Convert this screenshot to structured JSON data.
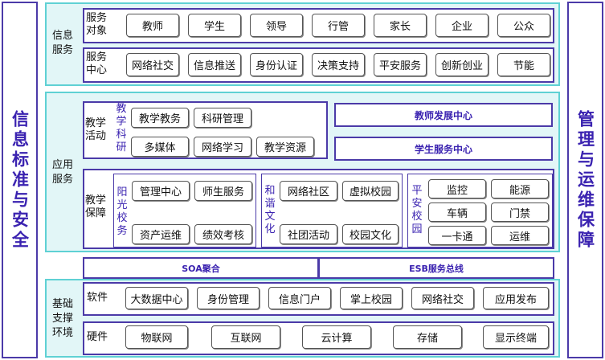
{
  "left_pillar": "信息标准与安全",
  "right_pillar": "管理与运维保障",
  "info_service": {
    "label": "信息服务",
    "rows": [
      {
        "label": "服务对象",
        "items": [
          "教师",
          "学生",
          "领导",
          "行管",
          "家长",
          "企业",
          "公众"
        ]
      },
      {
        "label": "服务中心",
        "items": [
          "网络社交",
          "信息推送",
          "身份认证",
          "决策支持",
          "平安服务",
          "创新创业",
          "节能"
        ]
      }
    ]
  },
  "app_service": {
    "label": "应用服务",
    "teaching_activity": {
      "label": "教学活动",
      "sub_label": "教学科研",
      "items_row1": [
        "教学教务",
        "科研管理"
      ],
      "items_row2": [
        "多媒体",
        "网络学习",
        "教学资源"
      ],
      "centers": [
        "教师发展中心",
        "学生服务中心"
      ]
    },
    "teaching_support": {
      "label": "教学保障",
      "groups": [
        {
          "label": "阳光校务",
          "items": [
            "管理中心",
            "师生服务",
            "资产运维",
            "绩效考核"
          ]
        },
        {
          "label": "和谐文化",
          "items": [
            "网络社区",
            "虚拟校园",
            "社团活动",
            "校园文化"
          ]
        },
        {
          "label": "平安校园",
          "items": [
            "监控",
            "能源",
            "车辆",
            "门禁",
            "一卡通",
            "运维"
          ]
        }
      ]
    }
  },
  "integration": {
    "soa": "SOA聚合",
    "esb": "ESB服务总线"
  },
  "infrastructure": {
    "label": "基础支撑环境",
    "software": {
      "label": "软件",
      "items": [
        "大数据中心",
        "身份管理",
        "信息门户",
        "掌上校园",
        "网络社交",
        "应用发布"
      ]
    },
    "hardware": {
      "label": "硬件",
      "items": [
        "物联网",
        "互联网",
        "云计算",
        "存储",
        "显示终端"
      ]
    }
  }
}
